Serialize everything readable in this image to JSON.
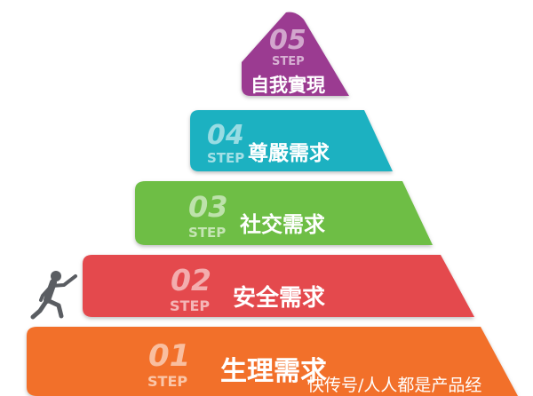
{
  "steps": [
    {
      "number": "05",
      "word": "STEP",
      "title": "自我實現",
      "color": "#9b3b91"
    },
    {
      "number": "04",
      "word": "STEP",
      "title": "尊嚴需求",
      "color": "#1bb1c1"
    },
    {
      "number": "03",
      "word": "STEP",
      "title": "社交需求",
      "color": "#6ebe44"
    },
    {
      "number": "02",
      "word": "STEP",
      "title": "安全需求",
      "color": "#e4484d"
    },
    {
      "number": "01",
      "word": "STEP",
      "title": "生理需求",
      "color": "#f26f2b"
    }
  ],
  "figure": {
    "icon": "running-person-icon",
    "color": "#5a5d62"
  },
  "watermark": "快传号/人人都是产品经"
}
